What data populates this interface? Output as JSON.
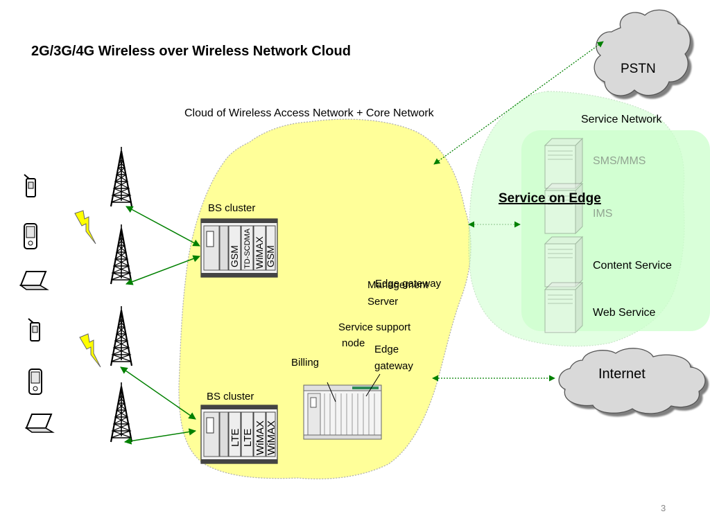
{
  "slide": {
    "title": "2G/3G/4G Wireless over Wireless Network Cloud",
    "page_number": "3"
  },
  "access_cloud": {
    "label": "Cloud of Wireless Access Network + Core Network",
    "fill": "#ffff99"
  },
  "clusters": [
    {
      "label": "BS cluster",
      "cards": [
        "GSM",
        "TD-SCDMA",
        "WiMAX",
        "GSM"
      ]
    },
    {
      "label": "BS cluster",
      "cards": [
        "LTE",
        "LTE",
        "WiMAX",
        "WiMAX"
      ]
    }
  ],
  "core": {
    "overlap_a": "Edge gateway",
    "overlap_b": "Management",
    "server": "Server",
    "service_support_1": "Service support",
    "service_support_2": "node",
    "billing": "Billing",
    "edge_gw_1": "Edge",
    "edge_gw_2": "gateway"
  },
  "service_network": {
    "label": "Service Network",
    "edge_title": "Service on Edge",
    "items": [
      "SMS/MMS",
      "IMS",
      "Content Service",
      "Web Service"
    ],
    "fill": "#ccffcc"
  },
  "external": {
    "pstn": "PSTN",
    "internet": "Internet"
  },
  "colors": {
    "link": "#008000",
    "cloud_gray": "#d9d9d9"
  },
  "icons": [
    "mobile-phone-icon",
    "pda-icon",
    "laptop-icon",
    "antenna-tower-icon",
    "lightning-icon",
    "server-icon"
  ]
}
